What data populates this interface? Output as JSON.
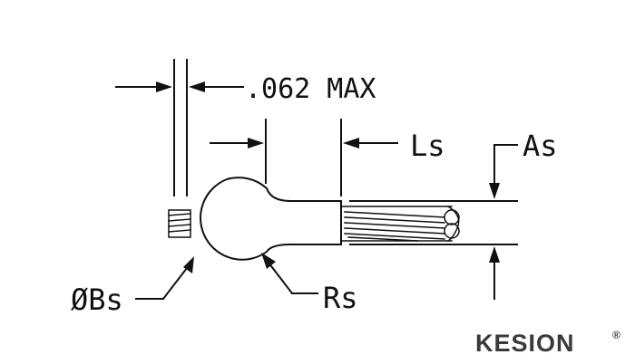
{
  "labels": {
    "dim_thickness": ".062 MAX",
    "dim_length": "Ls",
    "dim_sleeve": "As",
    "dim_ball_dia": "ØBs",
    "dim_radius": "Rs"
  },
  "logo": {
    "text": "KESION",
    "mark": "®"
  },
  "colors": {
    "line": "#111111",
    "background": "#ffffff",
    "logo_dark": "#3a3a3a",
    "logo_accent": "#d8262a"
  }
}
